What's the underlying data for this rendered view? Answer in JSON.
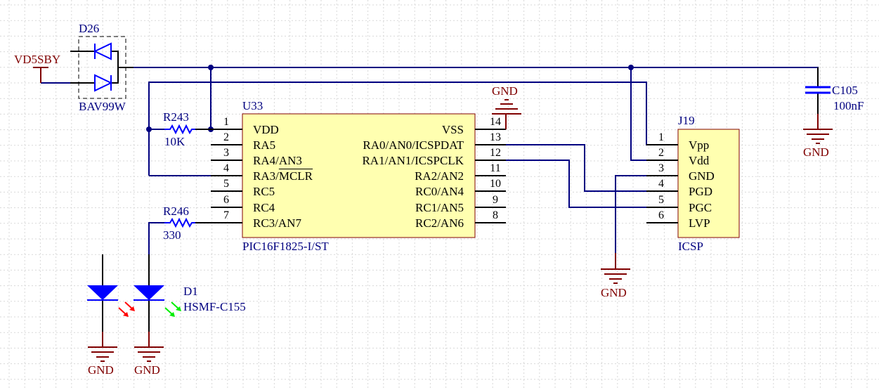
{
  "schematic": {
    "power_ports": {
      "vd5sby": "VD5SBY",
      "gnd_labels": [
        "GND",
        "GND",
        "GND",
        "GND",
        "GND"
      ]
    },
    "d26": {
      "designator": "D26",
      "value": "BAV99W"
    },
    "r243": {
      "designator": "R243",
      "value": "10K"
    },
    "r246": {
      "designator": "R246",
      "value": "330"
    },
    "c105": {
      "designator": "C105",
      "value": "100nF"
    },
    "d1": {
      "designator": "D1",
      "value": "HSMF-C155",
      "colors": {
        "red_led": "#ff0000",
        "green_led": "#00ee00"
      }
    },
    "u33": {
      "designator": "U33",
      "part": "PIC16F1825-I/ST",
      "left_pins": [
        {
          "num": "1",
          "name": "VDD"
        },
        {
          "num": "2",
          "name": "RA5"
        },
        {
          "num": "3",
          "name": "RA4/AN3"
        },
        {
          "num": "4",
          "name_prefix": "RA3/",
          "name_overline": "MCLR"
        },
        {
          "num": "5",
          "name": "RC5"
        },
        {
          "num": "6",
          "name": "RC4"
        },
        {
          "num": "7",
          "name": "RC3/AN7"
        }
      ],
      "right_pins": [
        {
          "num": "14",
          "name": "VSS"
        },
        {
          "num": "13",
          "name": "RA0/AN0/ICSPDAT"
        },
        {
          "num": "12",
          "name": "RA1/AN1/ICSPCLK"
        },
        {
          "num": "11",
          "name": "RA2/AN2"
        },
        {
          "num": "10",
          "name": "RC0/AN4"
        },
        {
          "num": "9",
          "name": "RC1/AN5"
        },
        {
          "num": "8",
          "name": "RC2/AN6"
        }
      ]
    },
    "j19": {
      "designator": "J19",
      "part": "ICSP",
      "pins": [
        {
          "num": "1",
          "name": "Vpp"
        },
        {
          "num": "2",
          "name": "Vdd"
        },
        {
          "num": "3",
          "name": "GND"
        },
        {
          "num": "4",
          "name": "PGD"
        },
        {
          "num": "5",
          "name": "PGC"
        },
        {
          "num": "6",
          "name": "LVP"
        }
      ]
    },
    "colors": {
      "wire": "#000080",
      "pin": "#000000",
      "component": "#0000ff",
      "power": "#800000",
      "body_fill": "#ffffb0",
      "body_border": "#800000",
      "grid": "#d8d8d8"
    }
  }
}
